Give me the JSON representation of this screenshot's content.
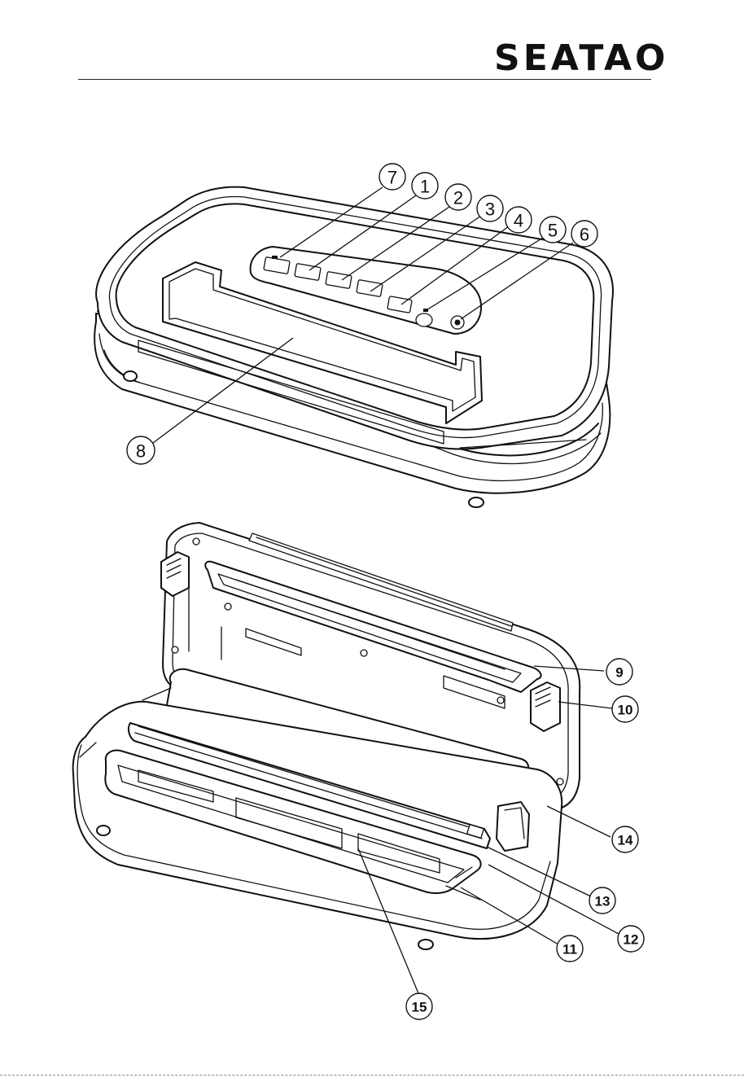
{
  "brand": {
    "logo_text": "SEATAO"
  },
  "top_view_callouts": [
    "7",
    "1",
    "2",
    "3",
    "4",
    "5",
    "6",
    "8"
  ],
  "open_view_callouts": [
    "9",
    "10",
    "14",
    "13",
    "12",
    "11",
    "15"
  ]
}
